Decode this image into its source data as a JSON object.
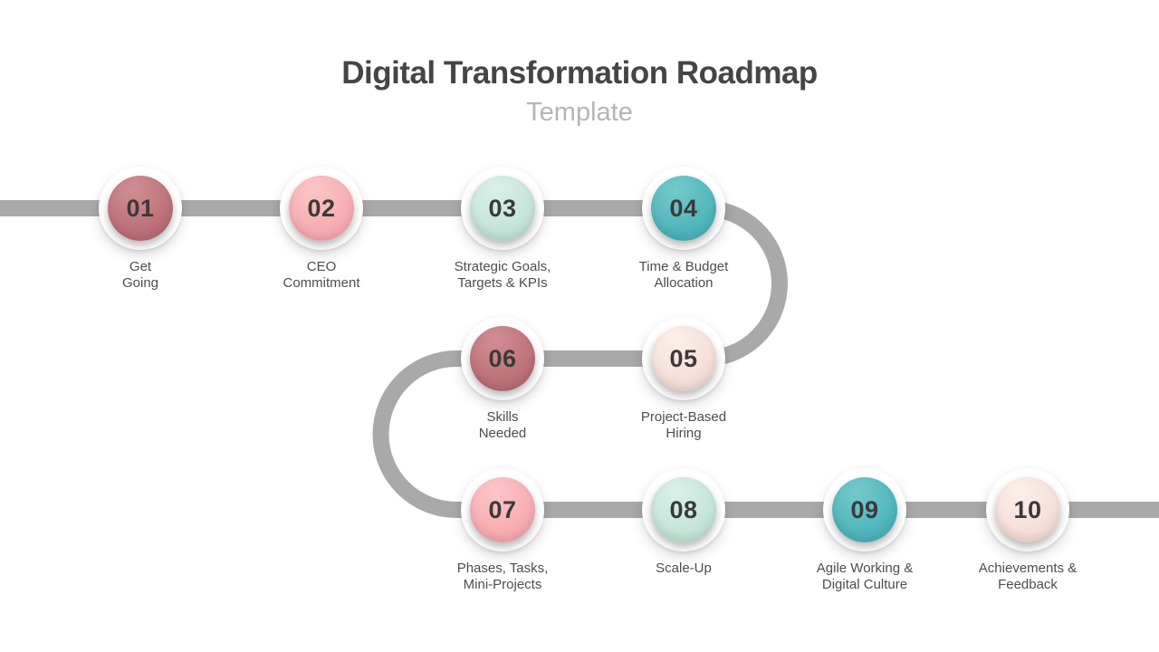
{
  "title": "Digital Transformation Roadmap",
  "subtitle": "Template",
  "colors": {
    "background": "#ffffff",
    "path": "#a9a9a9",
    "title": "#454545",
    "subtitle": "#b5b5b5",
    "number": "#3a3a3a",
    "label": "#4d4d4d",
    "ring": "#ffffff"
  },
  "palette": {
    "rose": {
      "base": "#bb6f76",
      "light": "#d08e93"
    },
    "pink": {
      "base": "#f7abb0",
      "light": "#fcc5c8"
    },
    "mint": {
      "base": "#c3e4d8",
      "light": "#daf0e8"
    },
    "teal": {
      "base": "#4db5bb",
      "light": "#74c9cc"
    },
    "peach": {
      "base": "#f4ded5",
      "light": "#fbf0ea"
    }
  },
  "steps": [
    {
      "number": "01",
      "color": "rose",
      "label_lines": [
        "Get",
        "Going"
      ]
    },
    {
      "number": "02",
      "color": "pink",
      "label_lines": [
        "CEO",
        "Commitment"
      ]
    },
    {
      "number": "03",
      "color": "mint",
      "label_lines": [
        "Strategic Goals,",
        "Targets & KPIs"
      ]
    },
    {
      "number": "04",
      "color": "teal",
      "label_lines": [
        "Time & Budget",
        "Allocation"
      ]
    },
    {
      "number": "05",
      "color": "peach",
      "label_lines": [
        "Project-Based",
        "Hiring"
      ]
    },
    {
      "number": "06",
      "color": "rose",
      "label_lines": [
        "Skills",
        "Needed"
      ]
    },
    {
      "number": "07",
      "color": "pink",
      "label_lines": [
        "Phases, Tasks,",
        "Mini-Projects"
      ]
    },
    {
      "number": "08",
      "color": "mint",
      "label_lines": [
        "Scale-Up"
      ]
    },
    {
      "number": "09",
      "color": "teal",
      "label_lines": [
        "Agile Working &",
        "Digital Culture"
      ]
    },
    {
      "number": "10",
      "color": "peach",
      "label_lines": [
        "Achievements &",
        "Feedback"
      ]
    }
  ]
}
